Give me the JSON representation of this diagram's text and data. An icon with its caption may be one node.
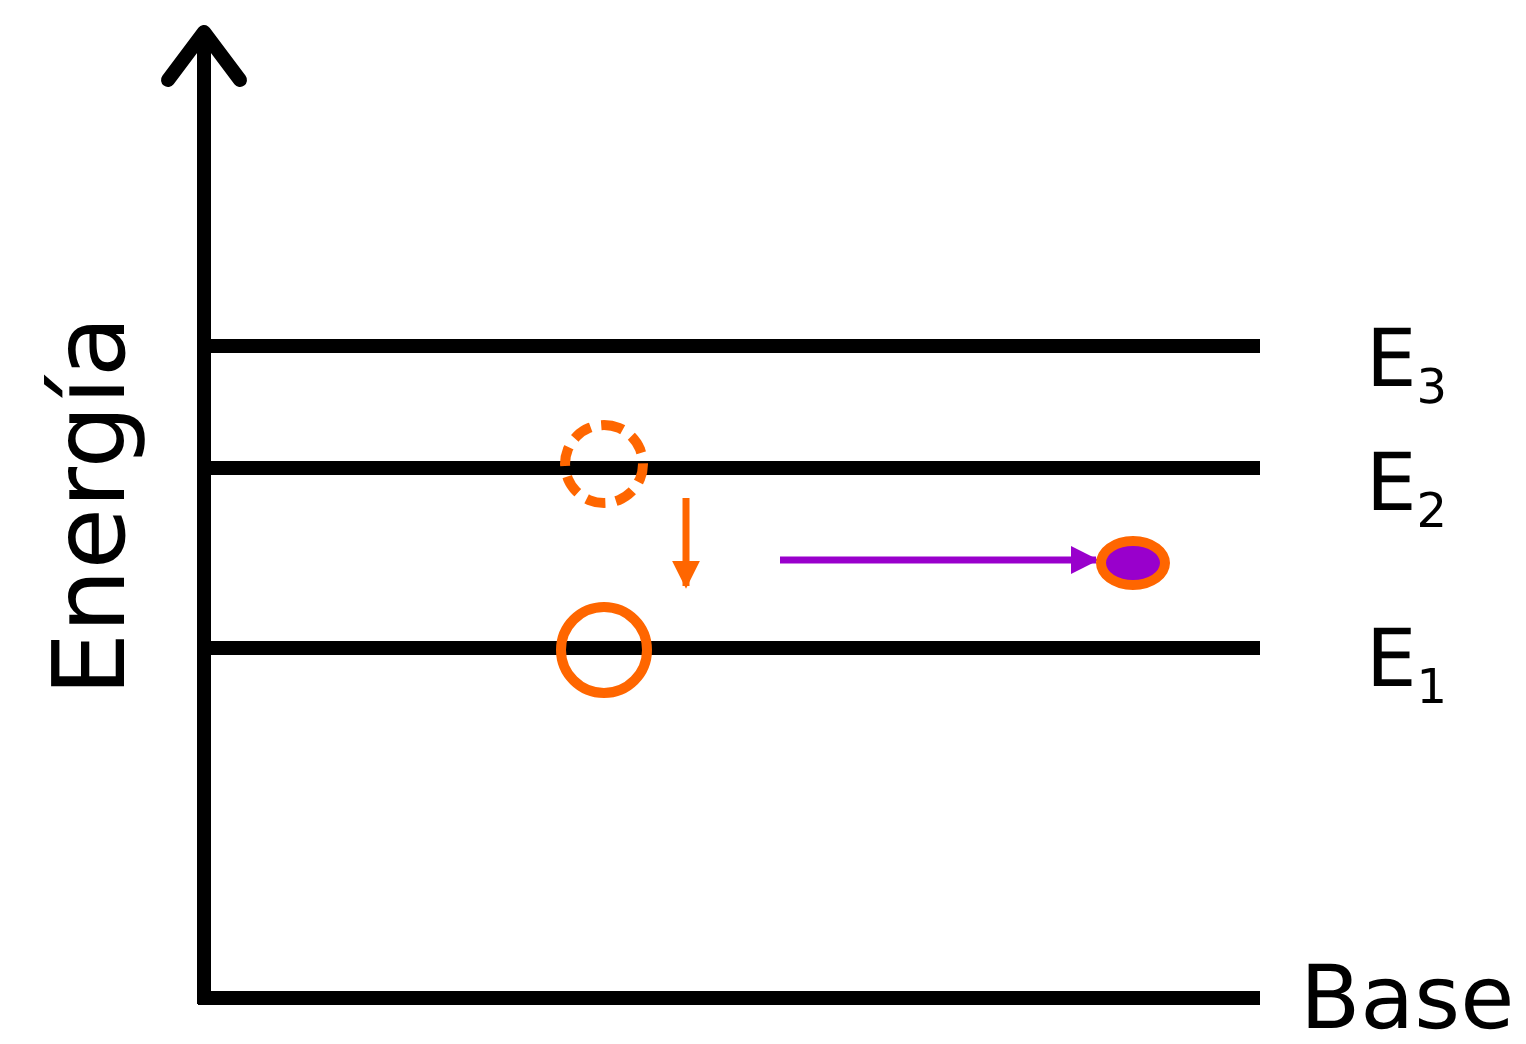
{
  "diagram": {
    "nodes": [
      {
        "text": [],
        "shape": "circle"
      },
      {
        "text": [],
        "shape": "circle"
      },
      {
        "text": [],
        "shape": "circle"
      }
    ],
    "edges": [
      {
        "from": 0,
        "to": 1,
        "arrow": "to",
        "color": "#ff6600"
      },
      {
        "from": null,
        "to": 2,
        "arrow": "to",
        "color": "#9900cc"
      }
    ],
    "labels": [
      "Energía",
      "E$_{3}$",
      "E$_{2}$",
      "E$_{1}$",
      "Base"
    ]
  }
}
